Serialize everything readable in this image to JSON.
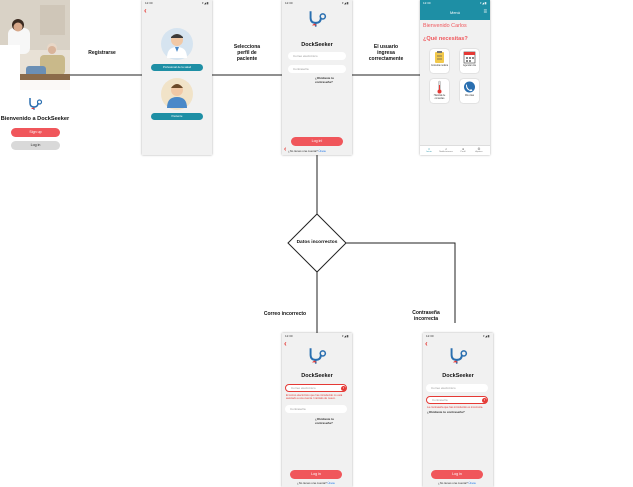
{
  "edge_labels": {
    "register": "Registrarse",
    "select_profile": [
      "Selecciona",
      "perfil de",
      "paciente"
    ],
    "user_login": [
      "El usuario",
      "ingresa",
      "correctamente"
    ],
    "wrong_email": "Correo incorrecto",
    "wrong_password": [
      "Contraseña",
      "incorrecta"
    ]
  },
  "decision": {
    "label": "Datos incorrectos"
  },
  "welcome_screen": {
    "title": "Bienvenido a DockSeeker",
    "signup_label": "Sign up",
    "login_label": "Log in"
  },
  "profile_screen": {
    "time": "12:30",
    "pro_label": "Profesional de la salud",
    "patient_label": "Paciente"
  },
  "login_screen": {
    "time": "12:30",
    "app_name": "DockSeeker",
    "email_placeholder": "Correo electrónico",
    "password_placeholder": "Contraseña",
    "forgot": "¿Olvidaste tu contraseña?",
    "login_label": "Log in!",
    "no_account": "¿No tienes una cuenta?",
    "join": "Únete"
  },
  "home_screen": {
    "time": "12:30",
    "header_title": "Menú",
    "greeting": "Bienvenido Carlos",
    "question": "¿Qué necesitas?",
    "tiles": [
      "Consulta médica",
      "Agendar cita",
      "Historial de consultas",
      "Mis citas"
    ],
    "nav": [
      "Inicio",
      "Notificaciones",
      "Perfil",
      "Ajustes"
    ],
    "accent": "#f0565b"
  },
  "email_error_screen": {
    "time": "12:30",
    "app_name": "DockSeeker",
    "email_value": "Correo electrónico",
    "error_icon": "!",
    "error_message": "El correo electrónico que has introducido no está asociado a una cuenta. Inténtalo de nuevo.",
    "password_placeholder": "Contraseña",
    "forgot": "¿Olvidaste tu contraseña?",
    "login_label": "Log in",
    "no_account": "¿No tienes una cuenta?",
    "join": "Únete"
  },
  "password_error_screen": {
    "time": "12:30",
    "app_name": "DockSeeker",
    "email_placeholder": "Correo electrónico",
    "password_value": "Contraseña",
    "error_icon": "!",
    "error_message": "La contraseña que has introducido es incorrecta.",
    "forgot": "¿Olvidaste tu contraseña?",
    "login_label": "Log in",
    "no_account": "¿No tienes una cuenta?",
    "join": "Únete"
  }
}
